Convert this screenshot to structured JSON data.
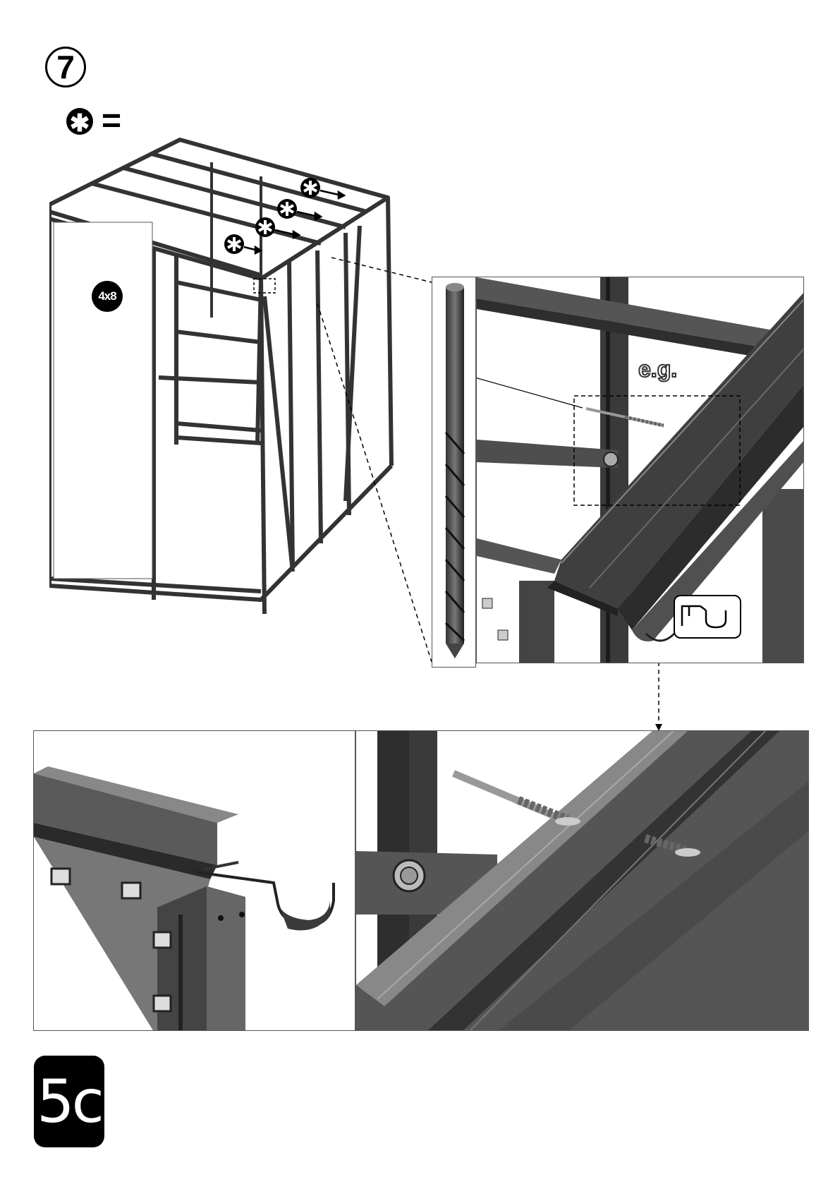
{
  "step": {
    "number": "7"
  },
  "legend": {
    "symbol": "✱",
    "equals": "="
  },
  "overview": {
    "panel_count_label": "4x8"
  },
  "detail": {
    "eg_label": "e.g."
  },
  "page_code": "5c"
}
